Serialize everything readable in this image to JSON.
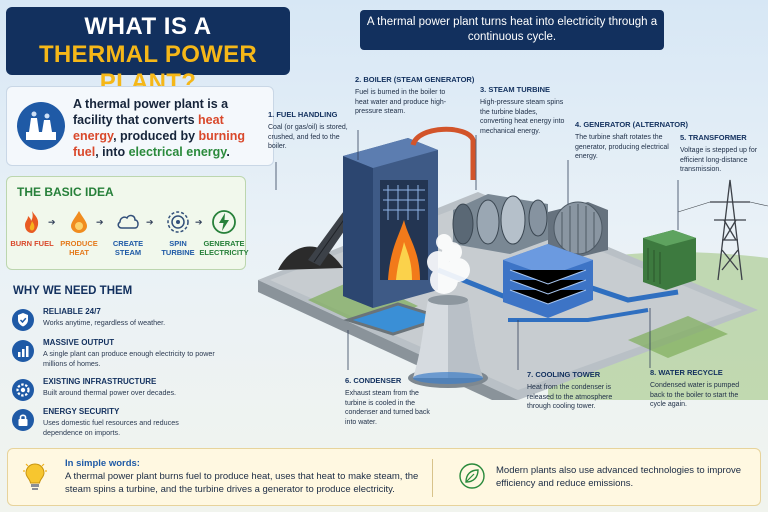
{
  "title": {
    "line1": "WHAT IS A",
    "line2": "THERMAL POWER PLANT?"
  },
  "definition": {
    "t1": "A thermal power plant is a facility that converts ",
    "h1": "heat energy",
    "t2": ", produced by ",
    "h2": "burning fuel",
    "t3": ", into ",
    "h3": "electrical energy",
    "t4": "."
  },
  "basic_idea": {
    "title": "THE BASIC IDEA",
    "steps": [
      {
        "label": "BURN FUEL",
        "icon": "flame-icon",
        "color": "#d9482b"
      },
      {
        "label": "PRODUCE HEAT",
        "icon": "heat-drop-icon",
        "color": "#e47a1d"
      },
      {
        "label": "CREATE STEAM",
        "icon": "cloud-icon",
        "color": "#1f5aa6"
      },
      {
        "label": "SPIN TURBINE",
        "icon": "turbine-icon",
        "color": "#1f5aa6"
      },
      {
        "label": "GENERATE ELECTRICITY",
        "icon": "lightning-icon",
        "color": "#27803a"
      }
    ]
  },
  "why": {
    "title": "WHY WE NEED THEM",
    "items": [
      {
        "icon": "shield-icon",
        "head": "RELIABLE 24/7",
        "desc": "Works anytime, regardless of weather."
      },
      {
        "icon": "bar-chart-icon",
        "head": "MASSIVE OUTPUT",
        "desc": "A single plant can produce enough electricity to power millions of homes."
      },
      {
        "icon": "gear-icon",
        "head": "EXISTING INFRASTRUCTURE",
        "desc": "Built around thermal power over decades."
      },
      {
        "icon": "lock-icon",
        "head": "ENERGY SECURITY",
        "desc": "Uses domestic fuel resources and reduces dependence on imports."
      }
    ]
  },
  "banner": {
    "text": "A thermal power plant turns heat into electricity through a continuous cycle."
  },
  "callouts": [
    {
      "title": "1. FUEL HANDLING",
      "desc": "Coal (or gas/oil) is stored, crushed, and fed to the boiler."
    },
    {
      "title": "2. BOILER (STEAM GENERATOR)",
      "desc": "Fuel is burned in the boiler to heat water and produce high-pressure steam."
    },
    {
      "title": "3. STEAM TURBINE",
      "desc": "High-pressure steam spins the turbine blades, converting heat energy into mechanical energy."
    },
    {
      "title": "4. GENERATOR (ALTERNATOR)",
      "desc": "The turbine shaft rotates the generator, producing electrical energy."
    },
    {
      "title": "5. TRANSFORMER",
      "desc": "Voltage is stepped up for efficient long-distance transmission."
    },
    {
      "title": "6. CONDENSER",
      "desc": "Exhaust steam from the turbine is cooled in the condenser and turned back into water."
    },
    {
      "title": "7. COOLING TOWER",
      "desc": "Heat from the condenser is released to the atmosphere through cooling tower."
    },
    {
      "title": "8. WATER RECYCLE",
      "desc": "Condensed water is pumped back to the boiler to start the cycle again."
    }
  ],
  "bottom": {
    "simple_title": "In simple words:",
    "simple_text": "A thermal power plant burns fuel to produce heat, uses that heat to make steam, the steam spins a turbine, and the turbine drives a generator to produce electricity.",
    "modern_text": "Modern plants also use advanced technologies to improve efficiency and reduce emissions."
  },
  "colors": {
    "navy": "#12305e",
    "accent_yellow": "#f5b718",
    "heat_red": "#d9482b",
    "electric_green": "#2a8a3c",
    "steam_pipe_orange": "#d2542a",
    "water_pipe_blue": "#2f6fc0"
  }
}
